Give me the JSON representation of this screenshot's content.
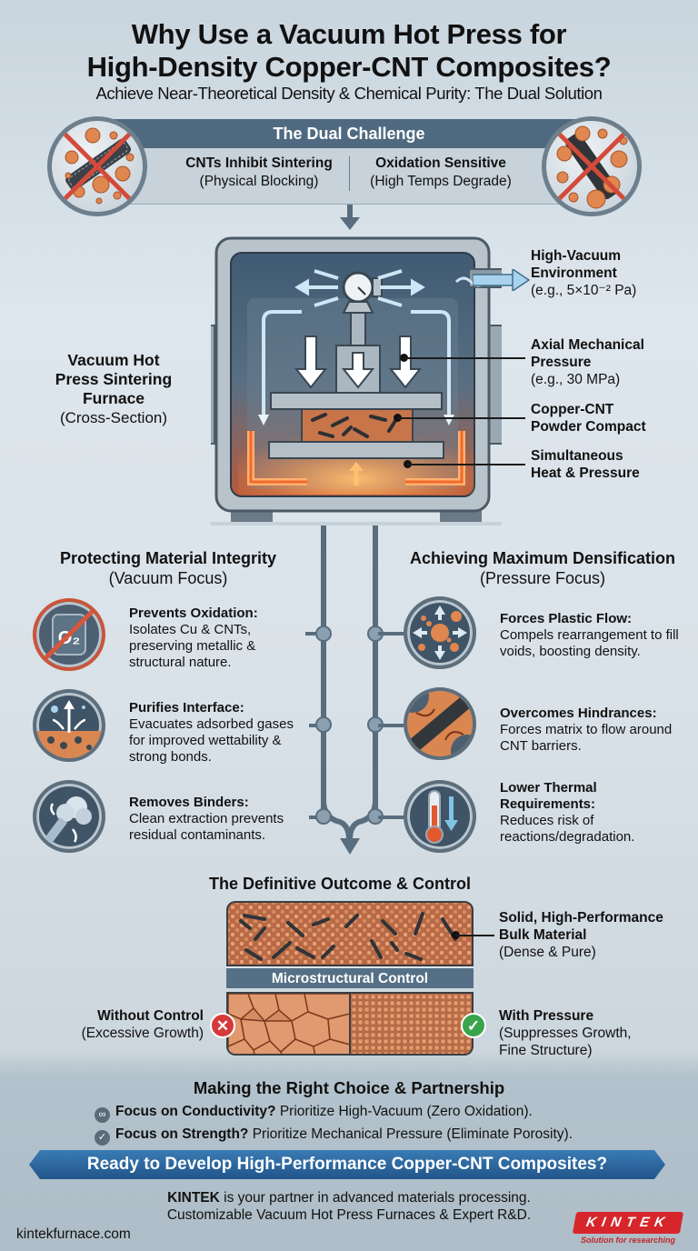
{
  "header": {
    "title_line1": "Why Use a Vacuum Hot Press for",
    "title_line2": "High-Density Copper-CNT Composites?",
    "subtitle": "Achieve Near-Theoretical Density & Chemical Purity: The Dual Solution"
  },
  "challenge": {
    "heading": "The Dual Challenge",
    "left": {
      "title": "CNTs Inhibit Sintering",
      "detail": "(Physical Blocking)",
      "icon": "cnt-blocking-crossed-icon"
    },
    "right": {
      "title": "Oxidation Sensitive",
      "detail": "(High Temps Degrade)",
      "icon": "oxidized-cnt-crossed-icon"
    }
  },
  "furnace": {
    "label_title": "Vacuum Hot Press Sintering Furnace",
    "label_title_lines": [
      "Vacuum Hot",
      "Press Sintering",
      "Furnace"
    ],
    "label_detail": "(Cross-Section)",
    "callouts": [
      {
        "title_lines": [
          "High-Vacuum",
          "Environment"
        ],
        "detail": "(e.g., 5×10⁻² Pa)"
      },
      {
        "title_lines": [
          "Axial Mechanical",
          "Pressure"
        ],
        "detail": "(e.g., 30 MPa)"
      },
      {
        "title_lines": [
          "Copper-CNT",
          "Powder Compact"
        ],
        "detail": ""
      },
      {
        "title_lines": [
          "Simultaneous",
          "Heat & Pressure"
        ],
        "detail": ""
      }
    ]
  },
  "vacuum_focus": {
    "heading": "Protecting Material Integrity",
    "subheading": "(Vacuum Focus)",
    "items": [
      {
        "title": "Prevents Oxidation:",
        "body": "Isolates Cu & CNTs, preserving metallic & structural nature.",
        "icon": "no-oxygen-icon"
      },
      {
        "title": "Purifies Interface:",
        "body": "Evacuates adsorbed gases for improved wettability & strong bonds.",
        "icon": "gas-evacuation-icon"
      },
      {
        "title": "Removes Binders:",
        "body": "Clean extraction prevents residual contaminants.",
        "icon": "binder-extraction-icon"
      }
    ]
  },
  "pressure_focus": {
    "heading": "Achieving Maximum Densification",
    "subheading": "(Pressure Focus)",
    "items": [
      {
        "title": "Forces Plastic Flow:",
        "body": "Compels rearrangement to fill voids, boosting density.",
        "icon": "compression-arrows-icon"
      },
      {
        "title": "Overcomes Hindrances:",
        "body": "Forces matrix to flow around CNT barriers.",
        "icon": "flow-around-cnt-icon"
      },
      {
        "title": "Lower Thermal Requirements:",
        "body": "Reduces risk of reactions/degradation.",
        "icon": "thermometer-down-icon"
      }
    ]
  },
  "outcome": {
    "heading": "The Definitive Outcome & Control",
    "bulk_label_lines": [
      "Solid, High-Performance",
      "Bulk Material"
    ],
    "bulk_detail": "(Dense & Pure)",
    "micro_bar": "Microstructural Control",
    "without": {
      "title": "Without Control",
      "detail": "(Excessive Growth)",
      "badge": "✕"
    },
    "with": {
      "title": "With Pressure",
      "detail_lines": [
        "(Suppresses Growth,",
        "Fine Structure)"
      ],
      "badge": "✓"
    }
  },
  "choice": {
    "heading": "Making the Right Choice & Partnership",
    "rows": [
      {
        "question": "Focus on Conductivity?",
        "answer": "Prioritize High-Vacuum (Zero Oxidation).",
        "icon": "link-icon"
      },
      {
        "question": "Focus on Strength?",
        "answer": "Prioritize Mechanical Pressure (Eliminate Porosity).",
        "icon": "check-icon"
      }
    ]
  },
  "cta": {
    "banner": "Ready to Develop High-Performance Copper-CNT Composites?",
    "brand": "KINTEK",
    "line1_rest": " is your partner in advanced materials processing.",
    "line2": "Customizable Vacuum Hot Press Furnaces & Expert R&D.",
    "website": "kintekfurnace.com",
    "logo_text": "KINTEK",
    "logo_tagline": "Solution for researching"
  },
  "colors": {
    "accent_blue": "#4f6a80",
    "copper": "#d9865a",
    "heat": "#f08a3c",
    "danger": "#d5393b",
    "success": "#3aa44d",
    "brand_red": "#d7262b"
  }
}
